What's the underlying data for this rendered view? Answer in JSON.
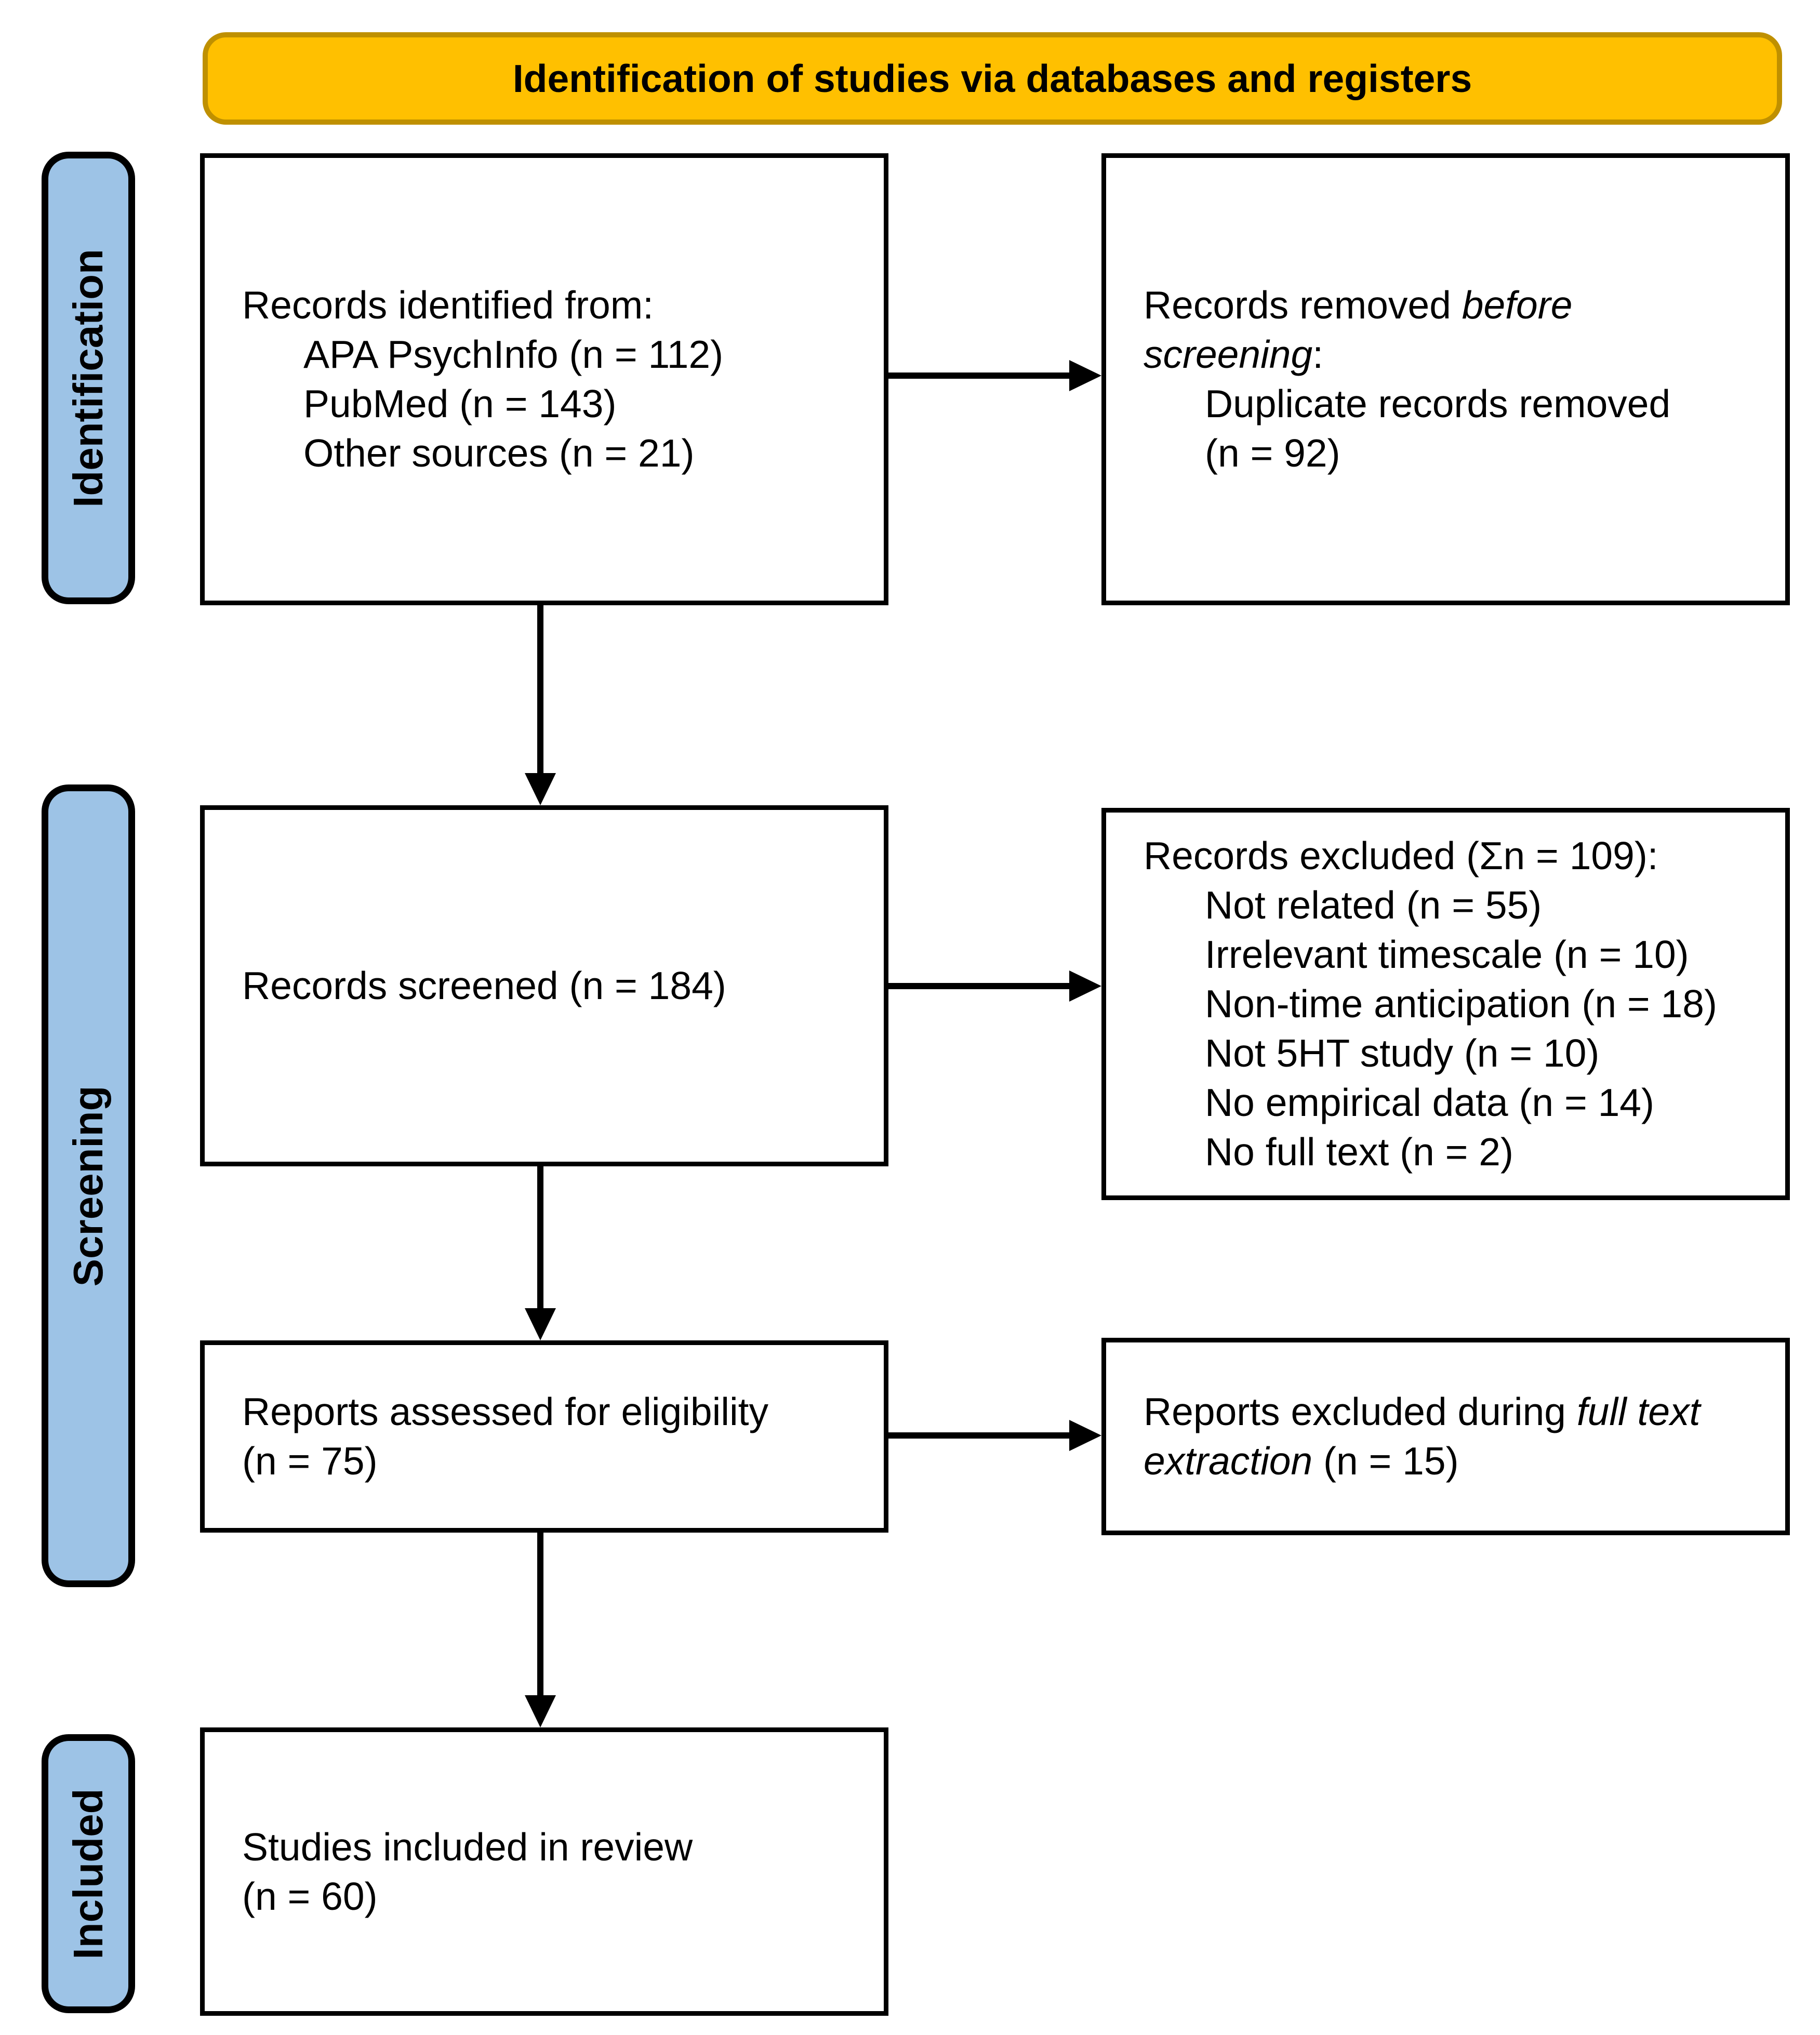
{
  "title": "Identification of studies via databases and registers",
  "stages": {
    "identification": "Identification",
    "screening": "Screening",
    "included": "Included"
  },
  "boxes": {
    "records_identified": {
      "heading": "Records identified from:",
      "items": [
        "APA PsychInfo (n = 112)",
        "PubMed (n = 143)",
        "Other sources (n = 21)"
      ]
    },
    "records_removed": {
      "line1_normal": "Records removed ",
      "line1_italic": "before",
      "line2_italic": "screening",
      "line2_normal": ":",
      "items": [
        "Duplicate records removed",
        "(n = 92)"
      ]
    },
    "records_screened": {
      "text": "Records screened (n = 184)"
    },
    "records_excluded": {
      "heading": "Records excluded (Σn = 109):",
      "items": [
        "Not related (n = 55)",
        "Irrelevant timescale (n = 10)",
        "Non-time anticipation (n = 18)",
        "Not 5HT study (n = 10)",
        "No empirical data (n = 14)",
        "No full text (n = 2)"
      ]
    },
    "reports_assessed": {
      "line1": "Reports assessed for eligibility",
      "line2": "(n = 75)"
    },
    "reports_excluded": {
      "line1_normal": "Reports excluded during ",
      "line1_italic": "full text",
      "line2_italic": "extraction",
      "line2_normal": " (n = 15)"
    },
    "studies_included": {
      "line1": "Studies included in review",
      "line2": "(n = 60)"
    }
  },
  "colors": {
    "banner_fill": "#FFC000",
    "banner_border": "#BF9000",
    "stage_fill": "#9DC3E6",
    "stage_border": "#000000",
    "box_border": "#000000",
    "arrow": "#000000"
  }
}
